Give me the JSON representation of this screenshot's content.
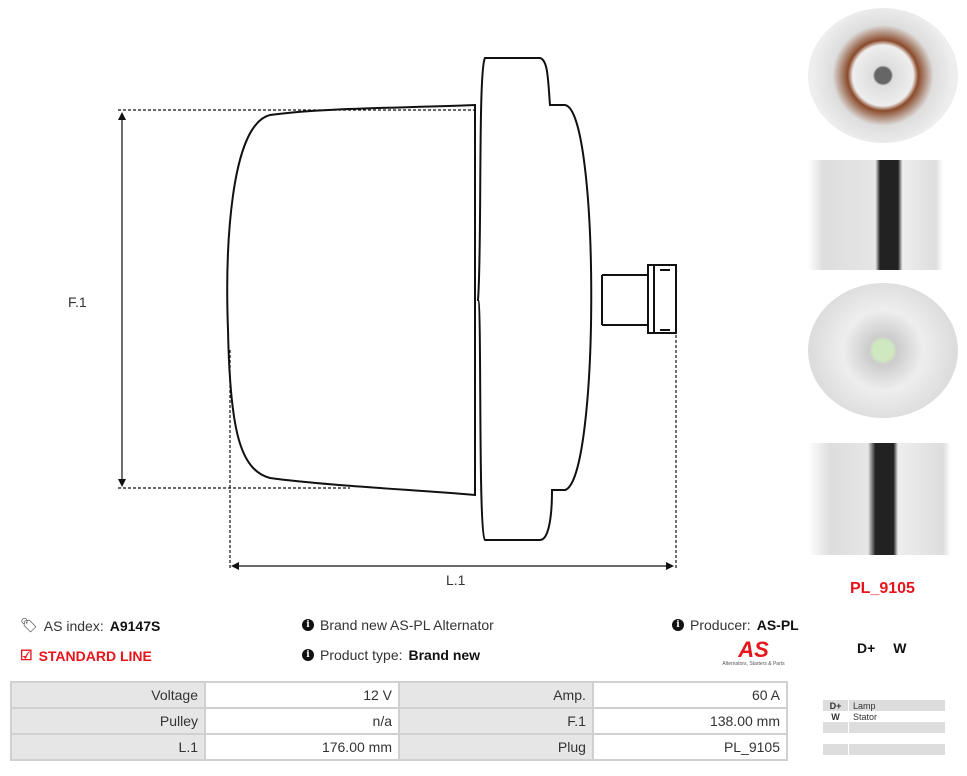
{
  "drawing": {
    "height_label": "F.1",
    "length_label": "L.1"
  },
  "info": {
    "as_index_label": "AS index:",
    "as_index_value": "A9147S",
    "line": "STANDARD LINE",
    "description": "Brand new AS-PL Alternator",
    "product_type_label": "Product type:",
    "product_type_value": "Brand new",
    "producer_label": "Producer:",
    "producer_value": "AS-PL",
    "logo_text": "AS",
    "logo_tagline": "Alternators, Starters & Parts"
  },
  "specs": [
    {
      "l1": "Voltage",
      "v1": "12 V",
      "l2": "Amp.",
      "v2": "60 A"
    },
    {
      "l1": "Pulley",
      "v1": "n/a",
      "l2": "F.1",
      "v2": "138.00 mm"
    },
    {
      "l1": "L.1",
      "v1": "176.00 mm",
      "l2": "Plug",
      "v2": "PL_9105"
    }
  ],
  "plug": {
    "name": "PL_9105",
    "terminals": [
      "D+",
      "W"
    ],
    "pins": [
      {
        "pin": "D+",
        "desc": "Lamp"
      },
      {
        "pin": "W",
        "desc": "Stator"
      }
    ]
  },
  "colors": {
    "accent": "#e8141b"
  }
}
